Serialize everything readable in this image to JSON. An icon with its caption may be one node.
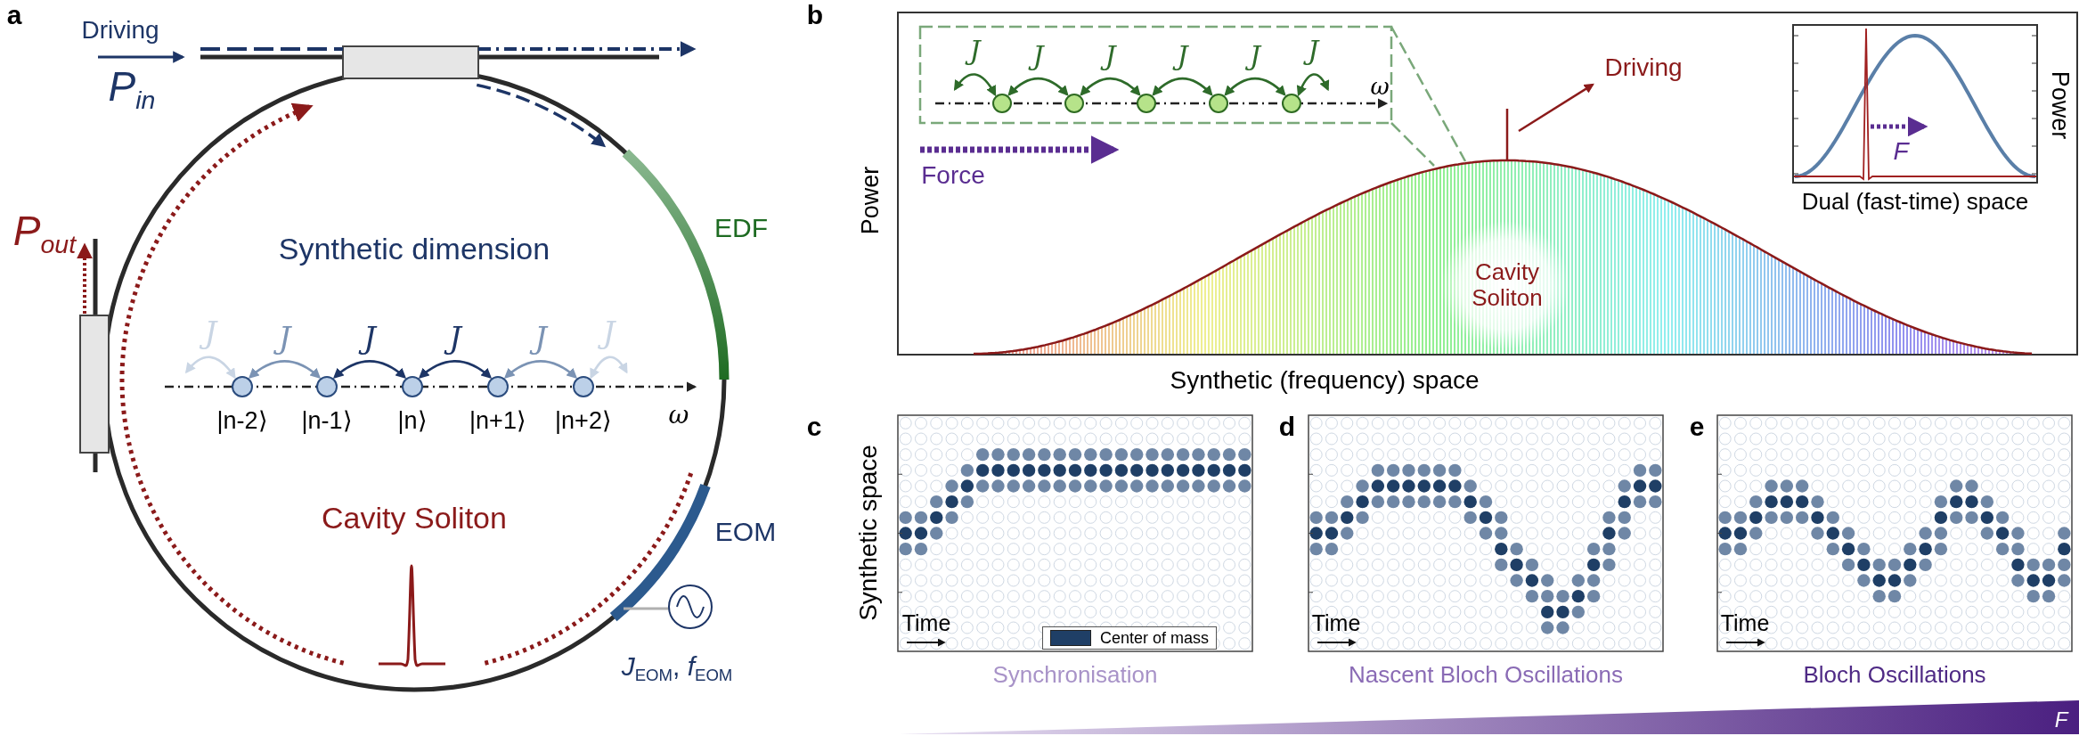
{
  "diagram": {
    "nodes": [
      {
        "text": [],
        "shape": "circle",
        "beside": [
          "|n-2⟩"
        ]
      },
      {
        "text": [],
        "shape": "circle",
        "beside": [
          "|n-1⟩"
        ]
      },
      {
        "text": [],
        "shape": "circle",
        "beside": [
          "|n⟩"
        ]
      },
      {
        "text": [],
        "shape": "circle",
        "beside": [
          "|n+1⟩"
        ]
      },
      {
        "text": [],
        "shape": "circle",
        "beside": [
          "|n+2⟩"
        ]
      },
      {
        "text": [],
        "shape": "circle"
      },
      {
        "text": [],
        "shape": "circle"
      },
      {
        "text": [],
        "shape": "circle"
      },
      {
        "text": [],
        "shape": "circle"
      },
      {
        "text": [],
        "shape": "circle"
      }
    ],
    "edges": [
      {
        "from": null,
        "to": 0,
        "arrow": "both",
        "label": "J",
        "color": "#c9d5e4"
      },
      {
        "from": 0,
        "to": 1,
        "arrow": "both",
        "label": "J",
        "color": "#7b93b4"
      },
      {
        "from": 1,
        "to": 2,
        "arrow": "both",
        "label": "J",
        "color": "#1d3566"
      },
      {
        "from": 2,
        "to": 3,
        "arrow": "both",
        "label": "J",
        "color": "#1d3566"
      },
      {
        "from": 3,
        "to": 4,
        "arrow": "both",
        "label": "J",
        "color": "#7b93b4"
      },
      {
        "from": 4,
        "to": null,
        "arrow": "both",
        "label": "J",
        "color": "#c9d5e4"
      },
      {
        "from": null,
        "to": 5,
        "arrow": "both",
        "label": "J",
        "color": "#2e6b2a"
      },
      {
        "from": 5,
        "to": 6,
        "arrow": "both",
        "label": "J",
        "color": "#2e6b2a"
      },
      {
        "from": 6,
        "to": 7,
        "arrow": "both",
        "label": "J",
        "color": "#2e6b2a"
      },
      {
        "from": 7,
        "to": 8,
        "arrow": "both",
        "label": "J",
        "color": "#2e6b2a"
      },
      {
        "from": 8,
        "to": 9,
        "arrow": "both",
        "label": "J",
        "color": "#2e6b2a"
      },
      {
        "from": 9,
        "to": null,
        "arrow": "both",
        "label": "J",
        "color": "#2e6b2a"
      }
    ],
    "labels": [
      "a",
      "Driving",
      "*P*$_{in}$",
      "*P*$_{out}$",
      "EDF",
      "Synthetic dimension",
      "ω",
      "Cavity Soliton",
      "EOM",
      "*J*$_{EOM}$, *f*$_{EOM}$",
      "b",
      "ω",
      "Driving",
      "Force",
      "Power",
      "Cavity Soliton",
      "F",
      "Power",
      "Dual (fast-time) space",
      "Synthetic (frequency) space",
      "c",
      "Synthetic space",
      "Time",
      "d",
      "Time",
      "e",
      "Time",
      "Synchronisation",
      "Nascent Bloch Oscillations",
      "Bloch Oscillations",
      "F"
    ],
    "legend": [
      {
        "text": "Center of mass",
        "color": "#1f3f66"
      }
    ]
  }
}
